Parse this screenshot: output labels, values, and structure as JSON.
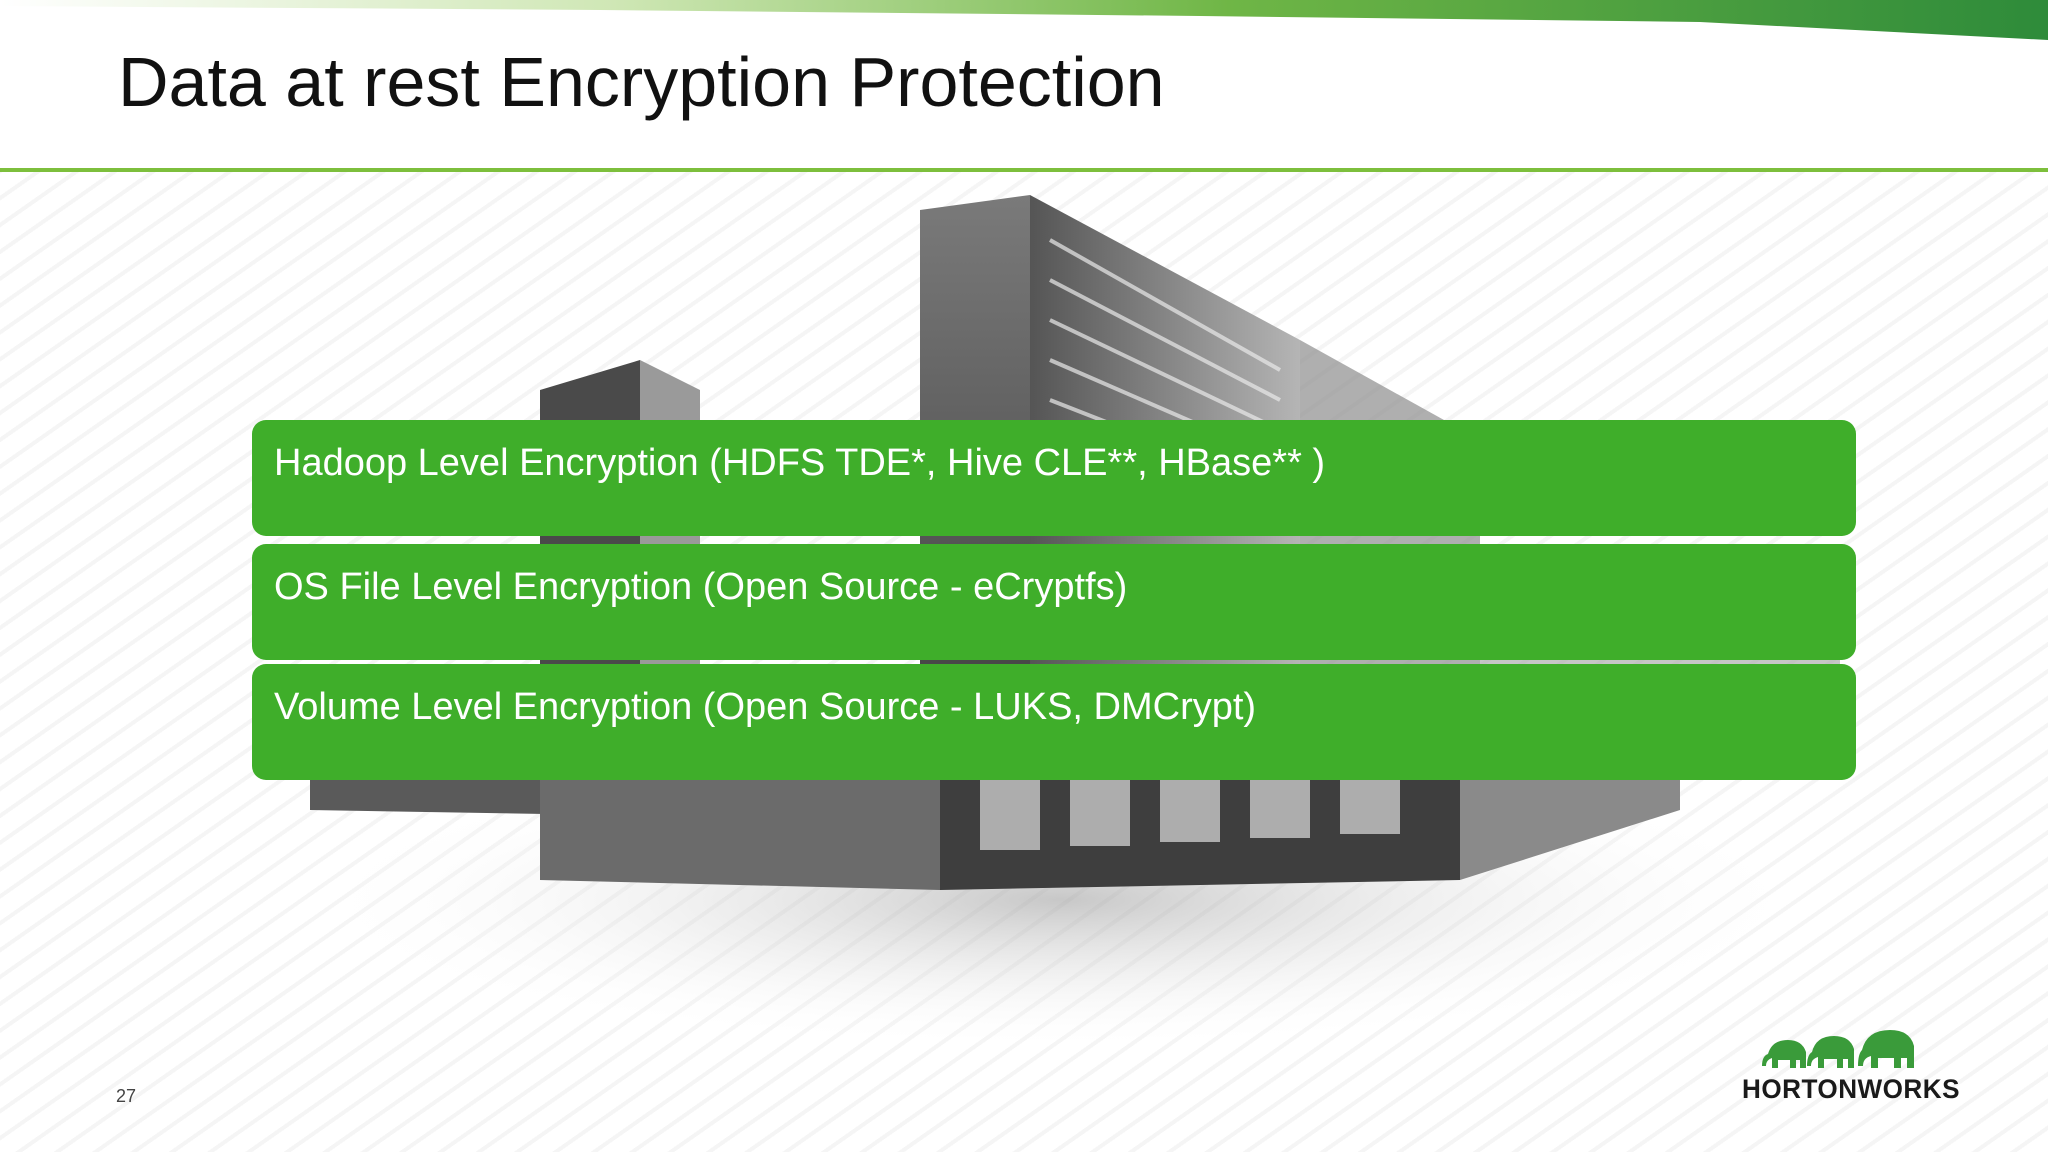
{
  "slide": {
    "title": "Data at rest Encryption Protection",
    "page_number": "27"
  },
  "layers": [
    {
      "label": "Hadoop Level Encryption (HDFS TDE*, Hive CLE**, HBase** )"
    },
    {
      "label": "OS File Level Encryption (Open Source - eCryptfs)"
    },
    {
      "label": "Volume Level Encryption (Open Source - LUKS, DMCrypt)"
    }
  ],
  "logo": {
    "text": "HORTONWORKS",
    "icon": "elephants-logo-icon"
  },
  "colors": {
    "accent": "#3fae2a",
    "rule": "#7dbf3c",
    "band_dark": "#2e8b3a"
  }
}
